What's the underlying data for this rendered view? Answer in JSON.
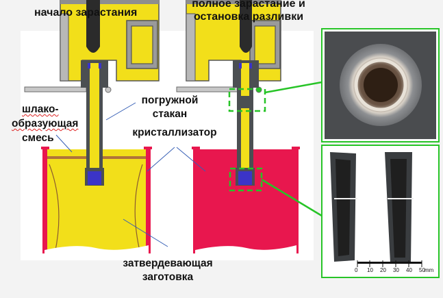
{
  "labels": {
    "title_left": "начало зарастания",
    "title_right_line1": "полное зарастание и",
    "title_right_line2": "остановка разливки",
    "slag_line1": "шлако-",
    "slag_line2": "образующая",
    "slag_line3": "смесь",
    "nozzle_line1": "погружной",
    "nozzle_line2": "стакан",
    "mold": "кристаллизатор",
    "billet_line1": "затвердевающая",
    "billet_line2": "заготовка"
  },
  "scale": {
    "ticks": [
      "0",
      "10",
      "20",
      "30",
      "40",
      "50"
    ],
    "unit": "mm"
  },
  "colors": {
    "steel_yellow": "#f2df1a",
    "liquid_red": "#e8174e",
    "nozzle_gray": "#4b4f52",
    "clog_blue": "#3b34c8",
    "callout_green": "#27c427",
    "slag_brown": "#b0733a"
  }
}
